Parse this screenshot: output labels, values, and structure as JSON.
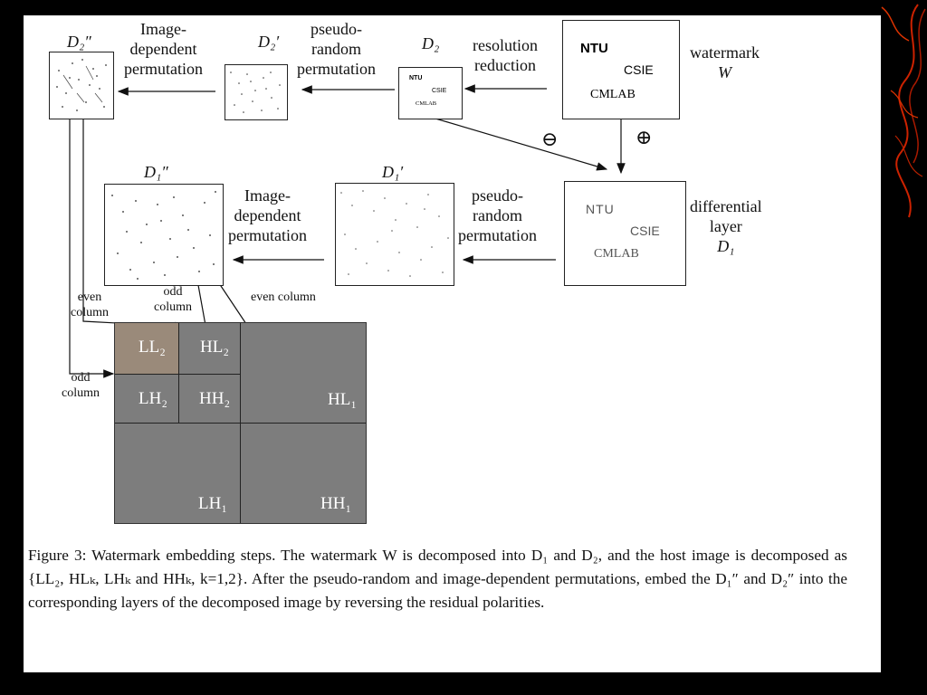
{
  "labels": {
    "d2pp": "D₂″",
    "d2p": "D₂′",
    "d2": "D₂",
    "d1pp": "D₁″",
    "d1p": "D₁′",
    "d1": "D₁",
    "w": "W",
    "img_dep_1": "Image-",
    "img_dep_2": "dependent",
    "img_dep_3": "permutation",
    "pseudo_1": "pseudo-",
    "pseudo_2": "random",
    "pseudo_3": "permutation",
    "res_1": "resolution",
    "res_2": "reduction",
    "watermark": "watermark",
    "diff_1": "differential",
    "diff_2": "layer",
    "even_column": "even column",
    "even_1": "even",
    "column": "column",
    "odd": "odd",
    "odd_column_a": "odd",
    "minus": "⊖",
    "plus": "⊕"
  },
  "watermark_text": {
    "ntu": "NTU",
    "csie": "CSIE",
    "cmlab": "CMLAB",
    "d1_ntu": "NTU",
    "d1_csie": "CSIE",
    "d1_cmlab": "CMLAB"
  },
  "bands": {
    "ll2": "LL₂",
    "hl2": "HL₂",
    "lh2": "LH₂",
    "hh2": "HH₂",
    "hl1": "HL₁",
    "lh1": "LH₁",
    "hh1": "HH₁"
  },
  "caption": "Figure 3: Watermark embedding steps. The watermark W is decomposed into D₁ and D₂, and the host image is decomposed as {LL₂, HLₖ, LHₖ and HHₖ, k=1,2}. After the pseudo-random and image-dependent permutations, embed the D₁″ and D₂″ into the corresponding layers of the decomposed image by reversing the residual polarities.",
  "colors": {
    "background": "#000000",
    "slide": "#ffffff",
    "band_gray": "#7d7d7d",
    "accent_swirl": "#cc2200"
  }
}
